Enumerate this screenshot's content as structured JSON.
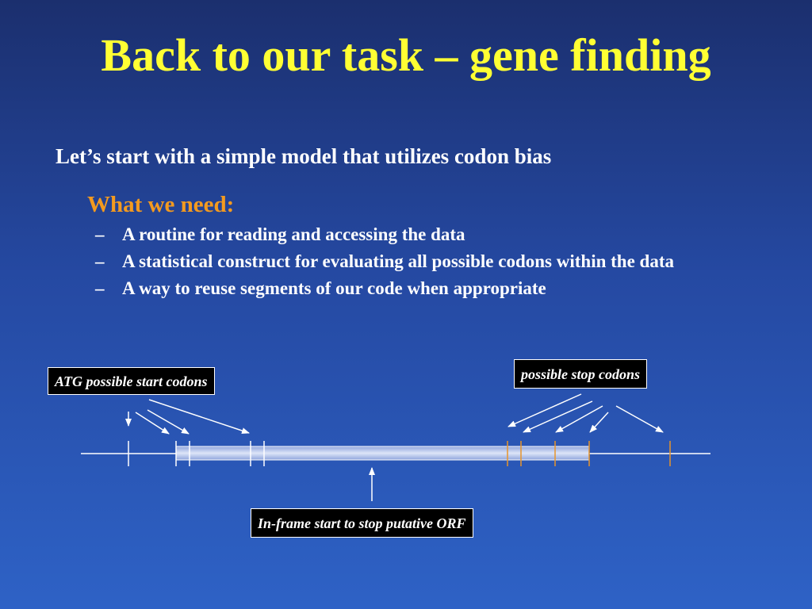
{
  "slide": {
    "title": "Back to our task – gene finding",
    "main_bullet": "Let’s start with a simple model that utilizes codon bias",
    "subheading": "What we need:",
    "items": [
      "A routine for reading and accessing the data",
      "A statistical construct for evaluating all possible codons within the data",
      "A way to reuse segments of our code when appropriate"
    ],
    "dash": "–"
  },
  "diagram": {
    "start_label": "ATG possible start codons",
    "stop_label": "possible stop codons",
    "orf_label": "In-frame start to stop putative ORF"
  },
  "colors": {
    "title": "#ffff33",
    "subheading": "#f39a1f",
    "stop_tick": "#e8952a",
    "line": "#ffffff",
    "orf_bar": "#b8c8f0"
  }
}
